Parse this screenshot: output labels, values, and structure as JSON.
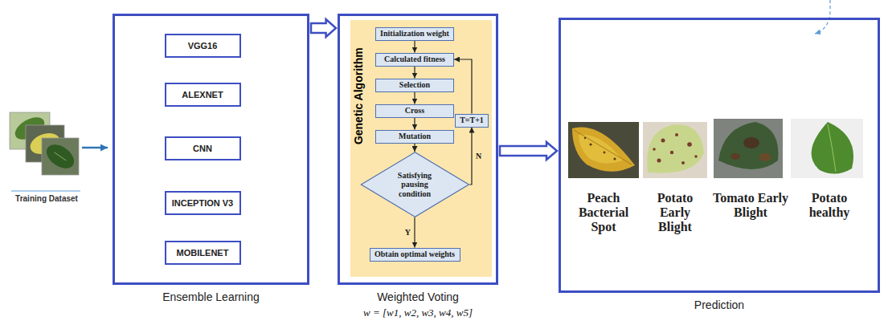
{
  "diagram": {
    "nodes": [
      {
        "text": [
          "Ensemble Learning"
        ]
      },
      {
        "text": [
          "VGG16"
        ],
        "in": 0
      },
      {
        "text": [
          "ALEXNET"
        ],
        "in": 0
      },
      {
        "text": [
          "CNN"
        ],
        "in": 0
      },
      {
        "text": [
          "INCEPTION V3"
        ],
        "in": 0
      },
      {
        "text": [
          "MOBILENET"
        ],
        "in": 0
      },
      {
        "text": [
          "Weighted Voting",
          "w = [w1, w2, w3, w4, w5]"
        ]
      },
      {
        "text": [
          "Genetic Algorithm"
        ],
        "in": 6
      },
      {
        "text": [
          "Initialization weight"
        ],
        "in": 7
      },
      {
        "text": [
          "Calculated fitness"
        ],
        "in": 7
      },
      {
        "text": [
          "Selection"
        ],
        "in": 7
      },
      {
        "text": [
          "Cross"
        ],
        "in": 7
      },
      {
        "text": [
          "Mutation"
        ],
        "in": 7
      },
      {
        "text": [
          "Satisfying pausing condition"
        ],
        "in": 7
      },
      {
        "text": [
          "T=T+1"
        ],
        "in": 7
      },
      {
        "text": [
          "Obtain optimal weights"
        ],
        "in": 7
      },
      {
        "text": [
          "Prediction"
        ]
      }
    ],
    "edges": [
      {
        "from": 0,
        "to": 6,
        "arrow": "to"
      },
      {
        "from": 6,
        "to": 16,
        "arrow": "to"
      },
      {
        "from": 8,
        "to": 9,
        "arrow": "to"
      },
      {
        "from": 9,
        "to": 10,
        "arrow": "to"
      },
      {
        "from": 10,
        "to": 11,
        "arrow": "to"
      },
      {
        "from": 11,
        "to": 12,
        "arrow": "to"
      },
      {
        "from": 12,
        "to": 13,
        "arrow": "to"
      },
      {
        "from": 13,
        "to": 15,
        "label": "Y",
        "arrow": "to"
      },
      {
        "from": 13,
        "to": 14,
        "label": "N",
        "arrow": "to"
      },
      {
        "from": 14,
        "to": 9,
        "arrow": "to"
      }
    ],
    "labels": [
      "Training Dataset",
      "Peach Bacterial Spot",
      "Potato Early Blight",
      "Tomato Early Blight",
      "Potato healthy"
    ]
  }
}
